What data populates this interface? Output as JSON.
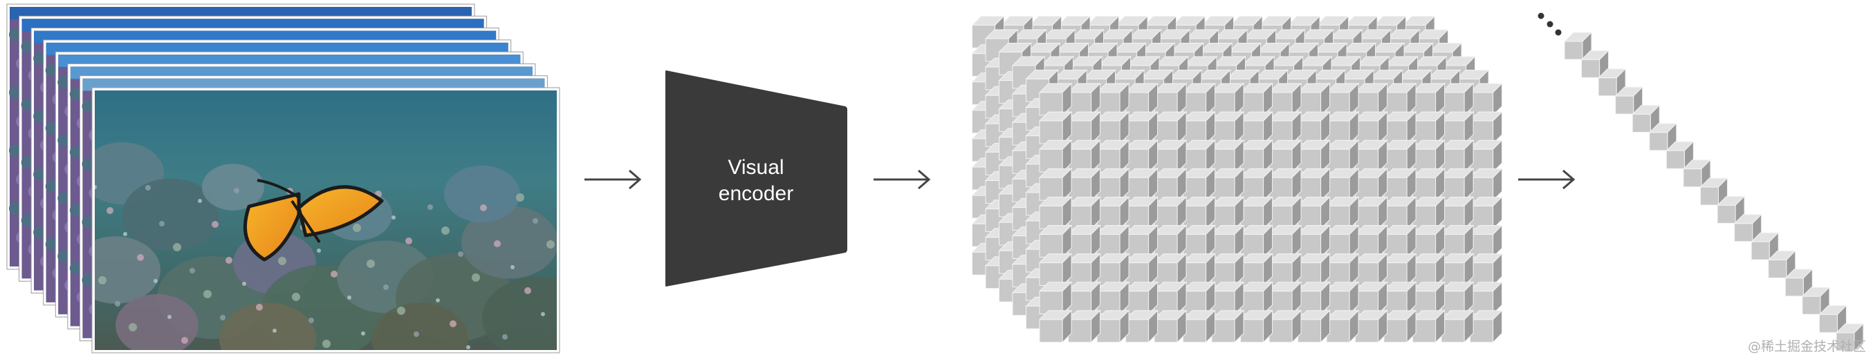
{
  "encoder": {
    "label_line1": "Visual",
    "label_line2": "encoder",
    "fill_color": "#3a3a3a"
  },
  "frames": {
    "count": 8,
    "scene": "underwater-coral-reef-with-butterfly"
  },
  "latent_cube": {
    "columns": 16,
    "rows": 9,
    "depth": 6,
    "cell_color": "#c4c4c4"
  },
  "token_sequence": {
    "count": 17,
    "ellipsis": "…"
  },
  "arrows": {
    "count": 3,
    "icon": "right-arrow-icon"
  },
  "watermark": {
    "text": "@稀土掘金技术社区"
  }
}
